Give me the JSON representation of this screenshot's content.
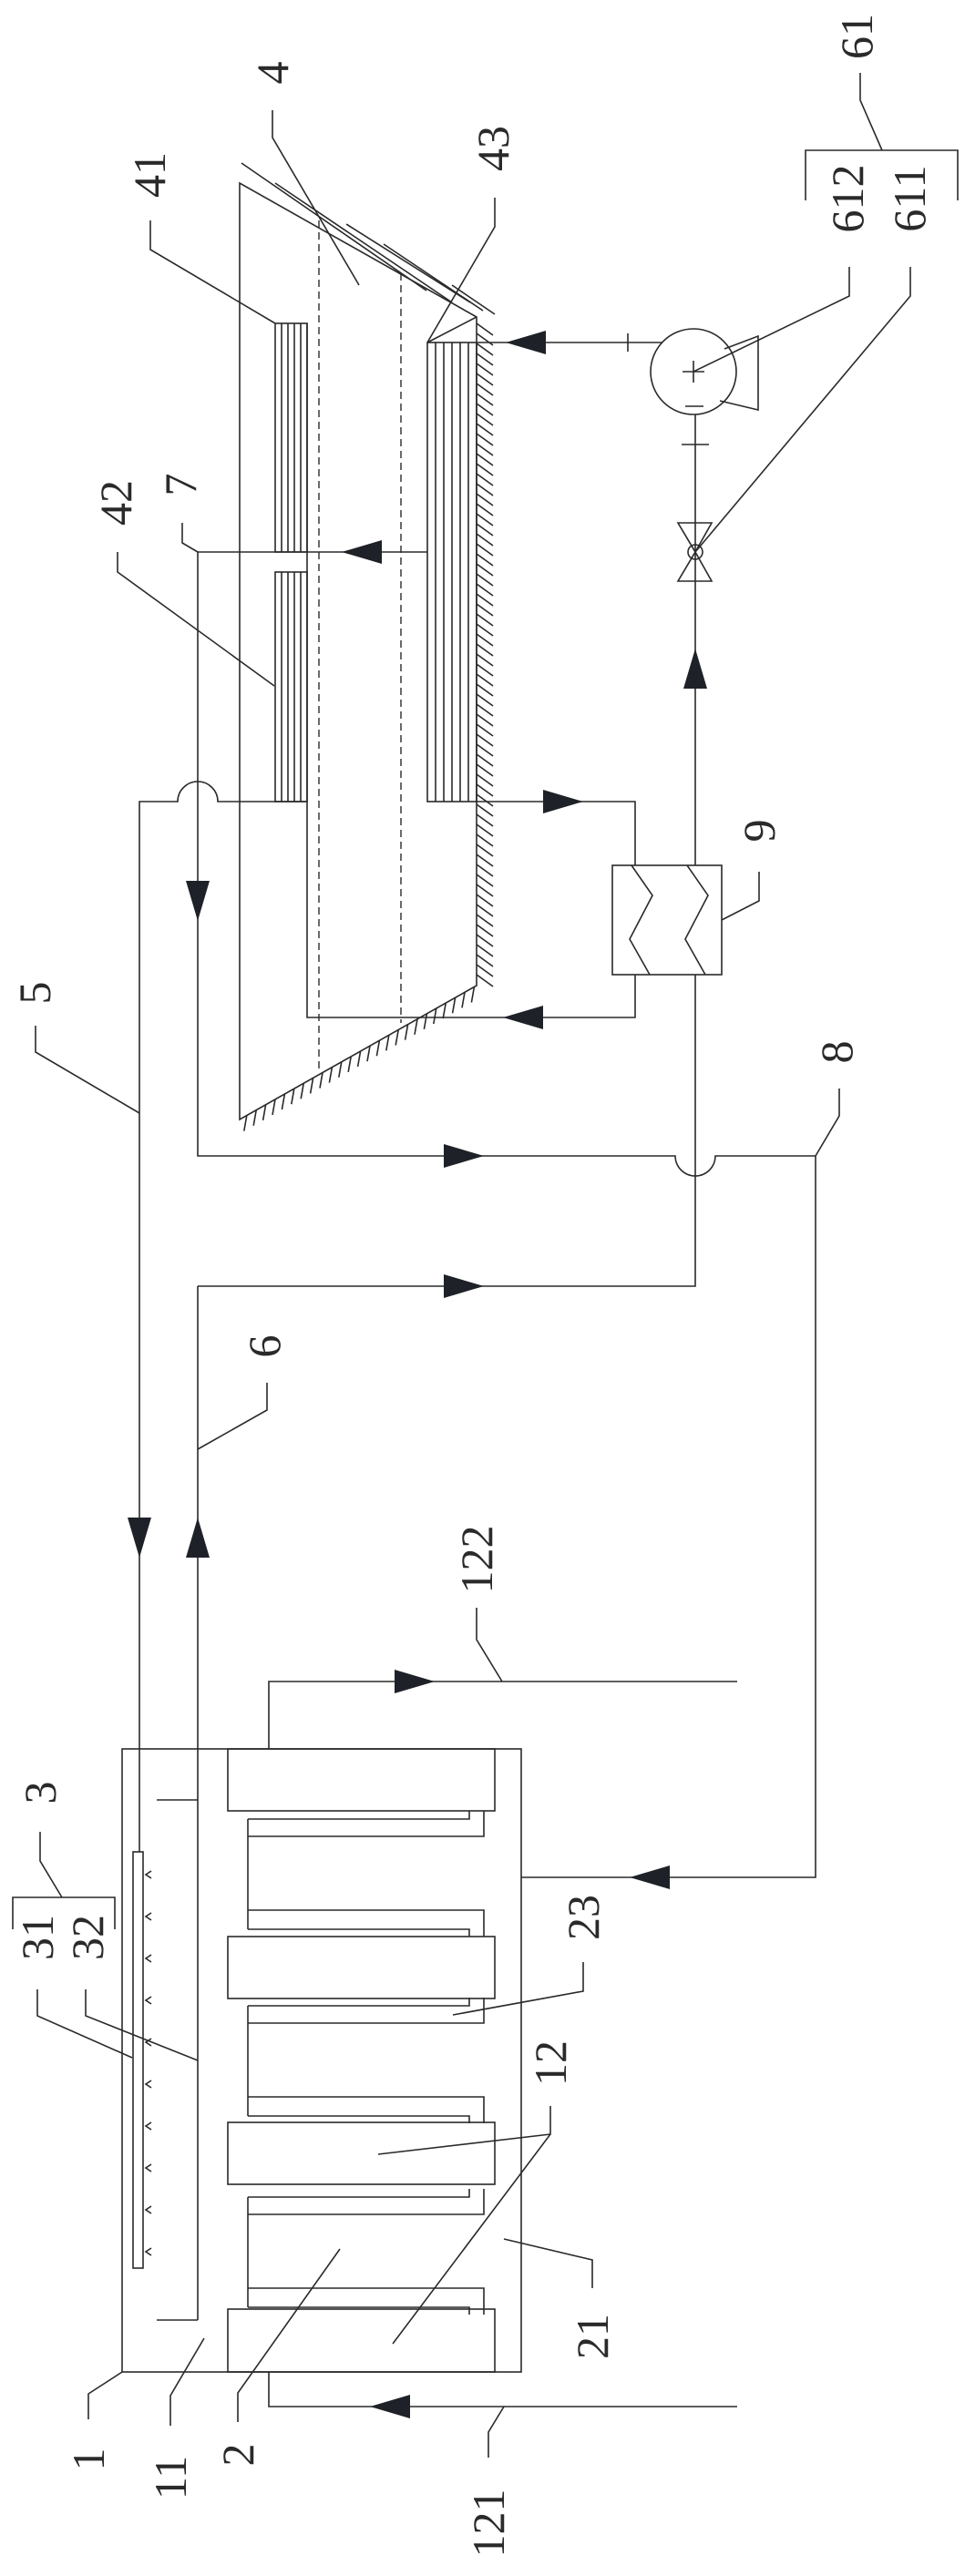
{
  "labels": {
    "n1": "1",
    "n11": "11",
    "n2": "2",
    "n21": "21",
    "n12": "12",
    "n23": "23",
    "n3": "3",
    "n31": "31",
    "n32": "32",
    "n121": "121",
    "n122": "122",
    "n5": "5",
    "n6": "6",
    "n7": "7",
    "n8": "8",
    "n9": "9",
    "n4": "4",
    "n41": "41",
    "n42": "42",
    "n43": "43",
    "n61": "61",
    "n611": "611",
    "n612": "612"
  },
  "colors": {
    "line": "#2a2a2a",
    "arrow": "#1e2228",
    "background": "#ffffff"
  }
}
